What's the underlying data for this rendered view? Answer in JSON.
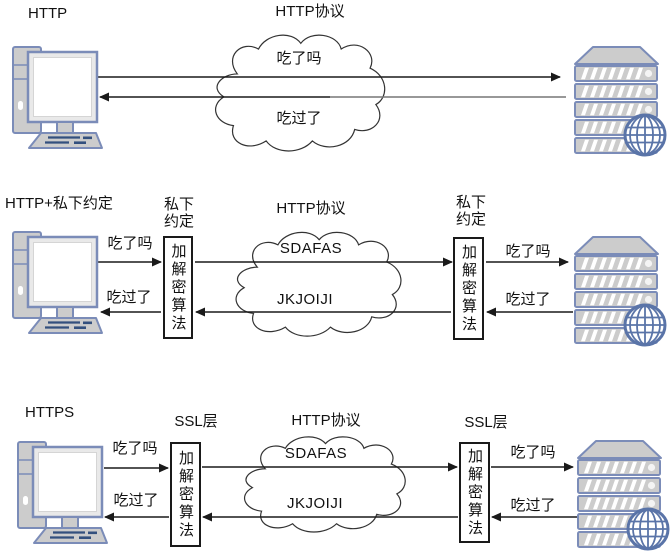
{
  "diagram": {
    "rows": [
      {
        "title": "HTTP",
        "cloud_title": "HTTP协议",
        "request": "吃了吗",
        "response": "吃过了"
      },
      {
        "title": "HTTP+私下约定",
        "layer_label": "私下约定",
        "box_label": "加解密算法",
        "cloud_title": "HTTP协议",
        "cipher_request": "SDAFAS",
        "cipher_response": "JKJOIJI",
        "request": "吃了吗",
        "response": "吃过了"
      },
      {
        "title": "HTTPS",
        "layer_label": "SSL层",
        "box_label": "加解密算法",
        "cloud_title": "HTTP协议",
        "cipher_request": "SDAFAS",
        "cipher_response": "JKJOIJI",
        "request": "吃了吗",
        "response": "吃过了"
      }
    ],
    "icons": {
      "client": "desktop-computer-icon",
      "server": "server-rack-icon",
      "network": "cloud-shape",
      "globe": "globe-icon"
    },
    "colors": {
      "icon_stroke": "#7b8cb8",
      "icon_fill": "#cccccc",
      "line": "#1a1a1a",
      "line_muted": "#777777",
      "cloud_stroke": "#333333",
      "keyboard_keys": "#33507e",
      "globe_stroke": "#5a74a8"
    }
  }
}
